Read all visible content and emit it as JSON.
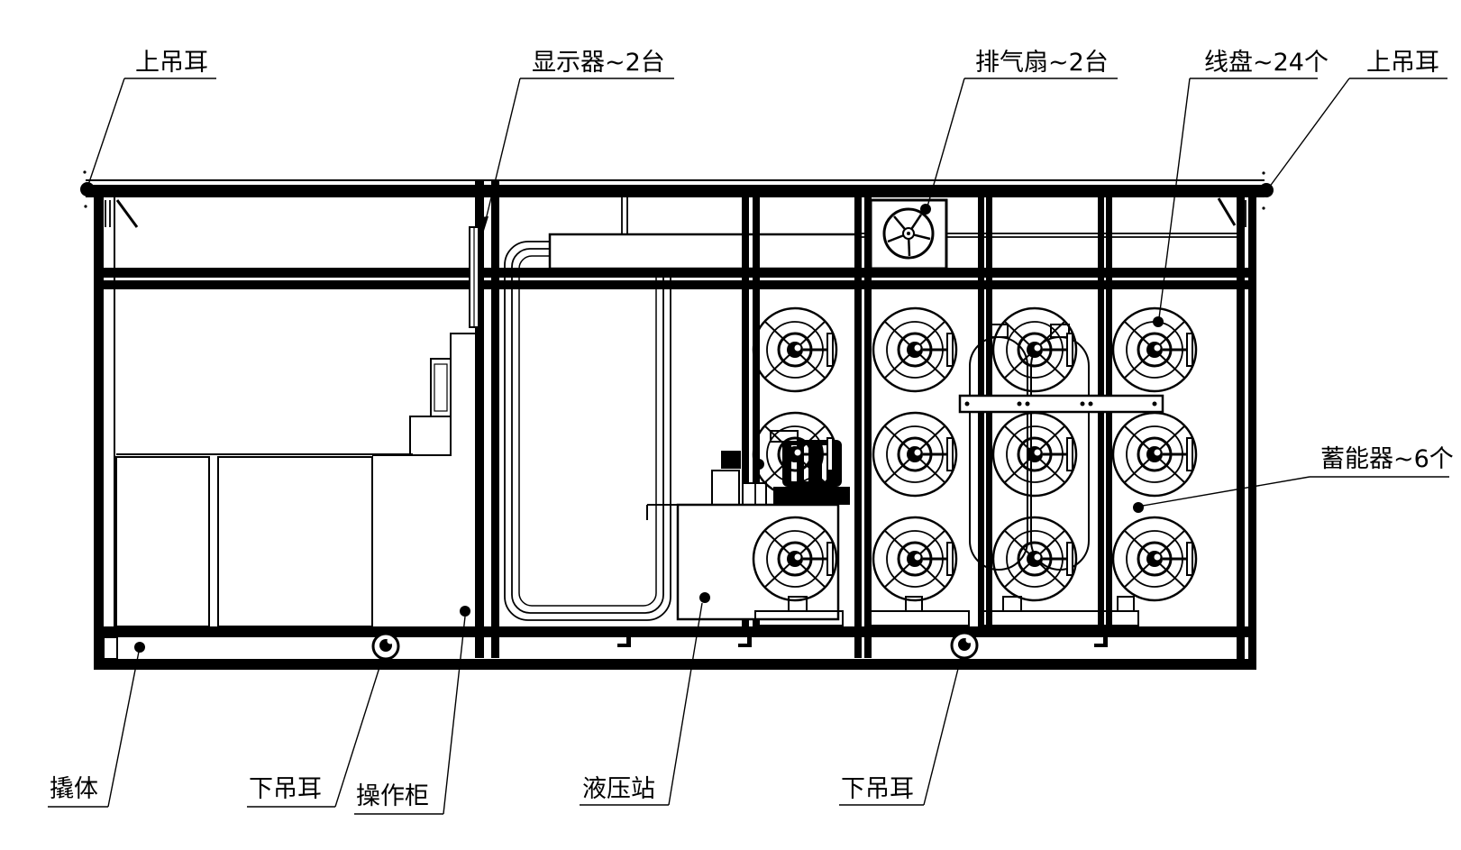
{
  "drawing": {
    "kind": "equipment skid side-elevation engineering drawing",
    "colors": {
      "line": "#000000",
      "background": "#ffffff"
    },
    "labels": {
      "top_lug_left": "上吊耳",
      "display_monitor": "显示器~2台",
      "exhaust_fan": "排气扇~2台",
      "wire_reel": "线盘~24个",
      "top_lug_right": "上吊耳",
      "accumulator": "蓄能器~6个",
      "skid_body": "撬体",
      "bottom_lug_left": "下吊耳",
      "operation_cabinet": "操作柜",
      "hydraulic_station": "液压站",
      "bottom_lug_right": "下吊耳"
    },
    "counts": {
      "display_monitor": "2台",
      "exhaust_fan": "2台",
      "wire_reel": "24个",
      "accumulator": "6个"
    }
  }
}
